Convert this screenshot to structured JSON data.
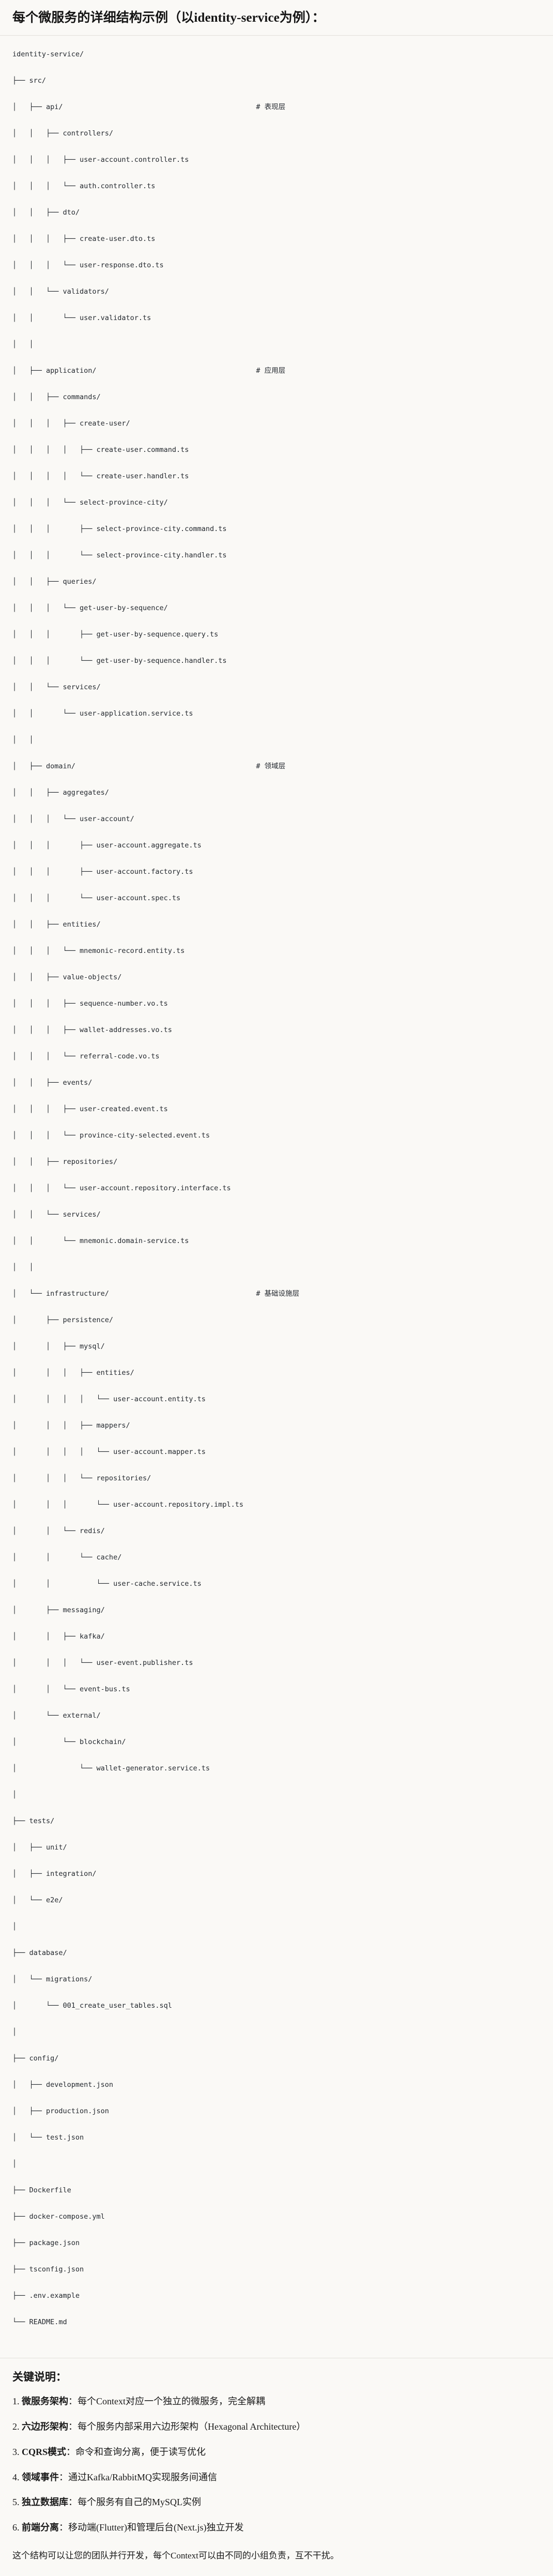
{
  "heading": "每个微服务的详细结构示例（以identity-service为例）：",
  "tree": {
    "root": "identity-service/",
    "lines": [
      {
        "text": "identity-service/",
        "comment": ""
      },
      {
        "text": "├── src/",
        "comment": ""
      },
      {
        "text": "│   ├── api/",
        "comment": "# 表现层"
      },
      {
        "text": "│   │   ├── controllers/",
        "comment": ""
      },
      {
        "text": "│   │   │   ├── user-account.controller.ts",
        "comment": ""
      },
      {
        "text": "│   │   │   └── auth.controller.ts",
        "comment": ""
      },
      {
        "text": "│   │   ├── dto/",
        "comment": ""
      },
      {
        "text": "│   │   │   ├── create-user.dto.ts",
        "comment": ""
      },
      {
        "text": "│   │   │   └── user-response.dto.ts",
        "comment": ""
      },
      {
        "text": "│   │   └── validators/",
        "comment": ""
      },
      {
        "text": "│   │       └── user.validator.ts",
        "comment": ""
      },
      {
        "text": "│   │",
        "comment": ""
      },
      {
        "text": "│   ├── application/",
        "comment": "# 应用层"
      },
      {
        "text": "│   │   ├── commands/",
        "comment": ""
      },
      {
        "text": "│   │   │   ├── create-user/",
        "comment": ""
      },
      {
        "text": "│   │   │   │   ├── create-user.command.ts",
        "comment": ""
      },
      {
        "text": "│   │   │   │   └── create-user.handler.ts",
        "comment": ""
      },
      {
        "text": "│   │   │   └── select-province-city/",
        "comment": ""
      },
      {
        "text": "│   │   │       ├── select-province-city.command.ts",
        "comment": ""
      },
      {
        "text": "│   │   │       └── select-province-city.handler.ts",
        "comment": ""
      },
      {
        "text": "│   │   ├── queries/",
        "comment": ""
      },
      {
        "text": "│   │   │   └── get-user-by-sequence/",
        "comment": ""
      },
      {
        "text": "│   │   │       ├── get-user-by-sequence.query.ts",
        "comment": ""
      },
      {
        "text": "│   │   │       └── get-user-by-sequence.handler.ts",
        "comment": ""
      },
      {
        "text": "│   │   └── services/",
        "comment": ""
      },
      {
        "text": "│   │       └── user-application.service.ts",
        "comment": ""
      },
      {
        "text": "│   │",
        "comment": ""
      },
      {
        "text": "│   ├── domain/",
        "comment": "# 领域层"
      },
      {
        "text": "│   │   ├── aggregates/",
        "comment": ""
      },
      {
        "text": "│   │   │   └── user-account/",
        "comment": ""
      },
      {
        "text": "│   │   │       ├── user-account.aggregate.ts",
        "comment": ""
      },
      {
        "text": "│   │   │       ├── user-account.factory.ts",
        "comment": ""
      },
      {
        "text": "│   │   │       └── user-account.spec.ts",
        "comment": ""
      },
      {
        "text": "│   │   ├── entities/",
        "comment": ""
      },
      {
        "text": "│   │   │   └── mnemonic-record.entity.ts",
        "comment": ""
      },
      {
        "text": "│   │   ├── value-objects/",
        "comment": ""
      },
      {
        "text": "│   │   │   ├── sequence-number.vo.ts",
        "comment": ""
      },
      {
        "text": "│   │   │   ├── wallet-addresses.vo.ts",
        "comment": ""
      },
      {
        "text": "│   │   │   └── referral-code.vo.ts",
        "comment": ""
      },
      {
        "text": "│   │   ├── events/",
        "comment": ""
      },
      {
        "text": "│   │   │   ├── user-created.event.ts",
        "comment": ""
      },
      {
        "text": "│   │   │   └── province-city-selected.event.ts",
        "comment": ""
      },
      {
        "text": "│   │   ├── repositories/",
        "comment": ""
      },
      {
        "text": "│   │   │   └── user-account.repository.interface.ts",
        "comment": ""
      },
      {
        "text": "│   │   └── services/",
        "comment": ""
      },
      {
        "text": "│   │       └── mnemonic.domain-service.ts",
        "comment": ""
      },
      {
        "text": "│   │",
        "comment": ""
      },
      {
        "text": "│   └── infrastructure/",
        "comment": "# 基础设施层"
      },
      {
        "text": "│       ├── persistence/",
        "comment": ""
      },
      {
        "text": "│       │   ├── mysql/",
        "comment": ""
      },
      {
        "text": "│       │   │   ├── entities/",
        "comment": ""
      },
      {
        "text": "│       │   │   │   └── user-account.entity.ts",
        "comment": ""
      },
      {
        "text": "│       │   │   ├── mappers/",
        "comment": ""
      },
      {
        "text": "│       │   │   │   └── user-account.mapper.ts",
        "comment": ""
      },
      {
        "text": "│       │   │   └── repositories/",
        "comment": ""
      },
      {
        "text": "│       │   │       └── user-account.repository.impl.ts",
        "comment": ""
      },
      {
        "text": "│       │   └── redis/",
        "comment": ""
      },
      {
        "text": "│       │       └── cache/",
        "comment": ""
      },
      {
        "text": "│       │           └── user-cache.service.ts",
        "comment": ""
      },
      {
        "text": "│       ├── messaging/",
        "comment": ""
      },
      {
        "text": "│       │   ├── kafka/",
        "comment": ""
      },
      {
        "text": "│       │   │   └── user-event.publisher.ts",
        "comment": ""
      },
      {
        "text": "│       │   └── event-bus.ts",
        "comment": ""
      },
      {
        "text": "│       └── external/",
        "comment": ""
      },
      {
        "text": "│           └── blockchain/",
        "comment": ""
      },
      {
        "text": "│               └── wallet-generator.service.ts",
        "comment": ""
      },
      {
        "text": "│",
        "comment": ""
      },
      {
        "text": "├── tests/",
        "comment": ""
      },
      {
        "text": "│   ├── unit/",
        "comment": ""
      },
      {
        "text": "│   ├── integration/",
        "comment": ""
      },
      {
        "text": "│   └── e2e/",
        "comment": ""
      },
      {
        "text": "│",
        "comment": ""
      },
      {
        "text": "├── database/",
        "comment": ""
      },
      {
        "text": "│   └── migrations/",
        "comment": ""
      },
      {
        "text": "│       └── 001_create_user_tables.sql",
        "comment": ""
      },
      {
        "text": "│",
        "comment": ""
      },
      {
        "text": "├── config/",
        "comment": ""
      },
      {
        "text": "│   ├── development.json",
        "comment": ""
      },
      {
        "text": "│   ├── production.json",
        "comment": ""
      },
      {
        "text": "│   └── test.json",
        "comment": ""
      },
      {
        "text": "│",
        "comment": ""
      },
      {
        "text": "├── Dockerfile",
        "comment": ""
      },
      {
        "text": "├── docker-compose.yml",
        "comment": ""
      },
      {
        "text": "├── package.json",
        "comment": ""
      },
      {
        "text": "├── tsconfig.json",
        "comment": ""
      },
      {
        "text": "├── .env.example",
        "comment": ""
      },
      {
        "text": "└── README.md",
        "comment": ""
      }
    ],
    "comment_column": 58
  },
  "keypoints": {
    "title": "关键说明：",
    "items": [
      {
        "num": "1.",
        "term": "微服务架构",
        "desc": "：每个Context对应一个独立的微服务，完全解耦"
      },
      {
        "num": "2.",
        "term": "六边形架构",
        "desc": "：每个服务内部采用六边形架构（Hexagonal Architecture）"
      },
      {
        "num": "3.",
        "term": "CQRS模式",
        "desc": "：命令和查询分离，便于读写优化"
      },
      {
        "num": "4.",
        "term": "领域事件",
        "desc": "：通过Kafka/RabbitMQ实现服务间通信"
      },
      {
        "num": "5.",
        "term": "独立数据库",
        "desc": "：每个服务有自己的MySQL实例"
      },
      {
        "num": "6.",
        "term": "前端分离",
        "desc": "：移动端(Flutter)和管理后台(Next.js)独立开发"
      }
    ],
    "footer": "这个结构可以让您的团队并行开发，每个Context可以由不同的小组负责，互不干扰。"
  }
}
